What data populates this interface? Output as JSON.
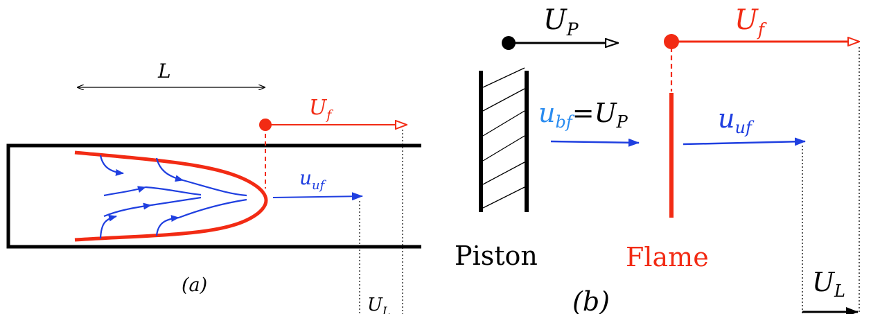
{
  "panel_a": {
    "caption": "(a)",
    "length_label": "L",
    "flame_speed_label": "U",
    "flame_speed_sub": "f",
    "unburnt_velocity_label": "u",
    "unburnt_velocity_sub": "uf",
    "laminar_speed_label": "U",
    "laminar_speed_sub": "L"
  },
  "panel_b": {
    "caption": "(b)",
    "piston_speed_label": "U",
    "piston_speed_sub": "P",
    "flame_speed_label": "U",
    "flame_speed_sub": "f",
    "burnt_velocity_label": "u",
    "burnt_velocity_sub": "bf",
    "equals_sign": "=",
    "equals_rhs_label": "U",
    "equals_rhs_sub": "P",
    "unburnt_velocity_label": "u",
    "unburnt_velocity_sub": "uf",
    "laminar_speed_label": "U",
    "laminar_speed_sub": "L",
    "piston_label": "Piston",
    "flame_label": "Flame"
  },
  "colors": {
    "flame": "#f22b14",
    "flow": "#1f3fe0",
    "burnt_velocity_text": "#2a8cf0",
    "ink": "#000000"
  }
}
